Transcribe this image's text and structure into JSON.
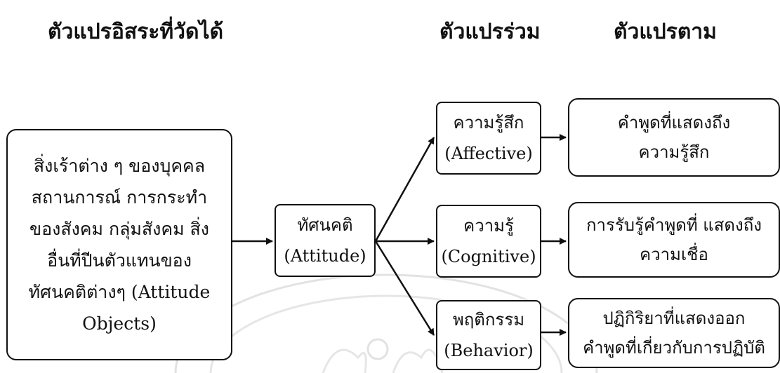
{
  "headers": {
    "independent": "ตัวแปรอิสระที่วัดได้",
    "intervening": "ตัวแปรร่วม",
    "dependent": "ตัวแปรตาม"
  },
  "stimuli_box": {
    "lines": [
      "สิ่งเร้าต่าง ๆ ของบุคคล",
      "สถานการณ์ การกระทำ",
      "ของสังคม กลุ่มสังคม สิ่ง",
      "อื่นที่ปีนตัวแทนของ",
      "ทัศนคติต่างๆ (Attitude",
      "Objects)"
    ]
  },
  "attitude_box": {
    "line1": "ทัศนคติ",
    "line2": "(Attitude)"
  },
  "components": [
    {
      "line1": "ความรู้สึก",
      "line2": "(Affective)"
    },
    {
      "line1": "ความรู้",
      "line2": "(Cognitive)"
    },
    {
      "line1": "พฤติกรรม",
      "line2": "(Behavior)"
    }
  ],
  "responses": [
    {
      "line1": "คำพูดที่แสดงถึง",
      "line2": "ความรู้สึก"
    },
    {
      "line1": "การรับรู้คำพูดที่ แสดงถึง",
      "line2": "ความเชื่อ"
    },
    {
      "line1": "ปฏิกิริยาที่แสดงออก",
      "line2": "คำพูดที่เกี่ยวกับการปฏิบัติ"
    }
  ]
}
